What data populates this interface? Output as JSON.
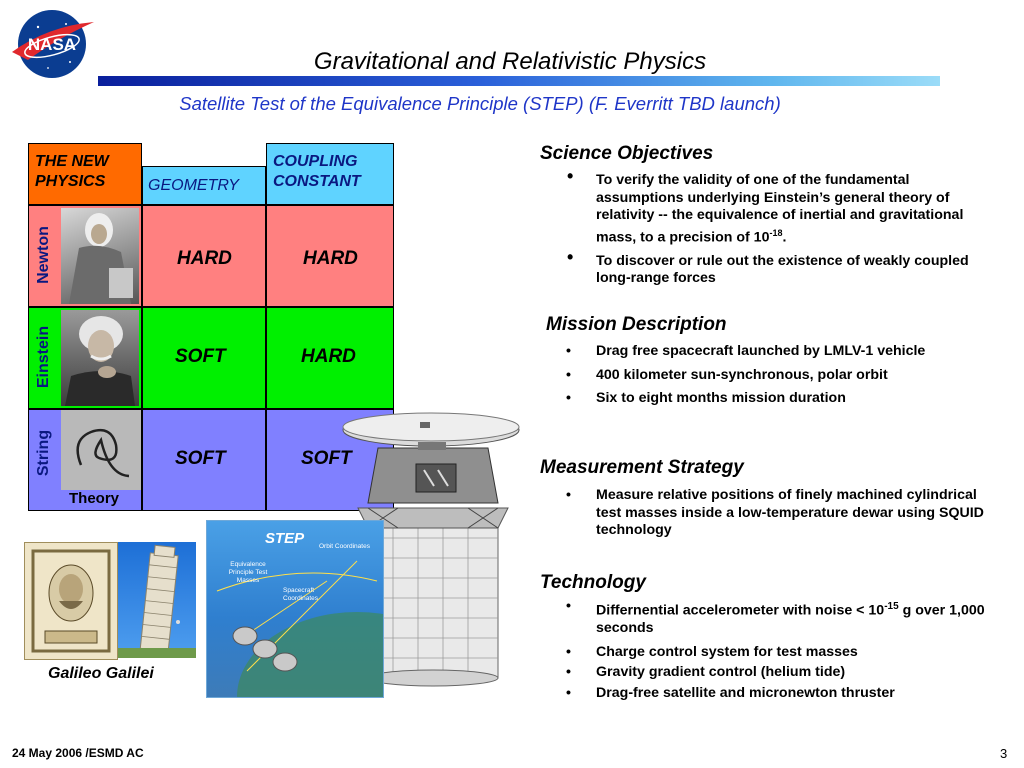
{
  "header": {
    "logo_text": "NASA",
    "title": "Gravitational and Relativistic Physics",
    "subtitle": "Satellite Test of the Equivalence Principle (STEP) (F. Everritt TBD launch)"
  },
  "grid": {
    "col_headers": {
      "new_physics_1": "THE NEW",
      "new_physics_2": "PHYSICS",
      "geometry": "GEOMETRY",
      "coupling_1": "COUPLING",
      "coupling_2": "CONSTANT"
    },
    "rows": [
      {
        "label": "Newton",
        "geometry": "HARD",
        "coupling": "HARD"
      },
      {
        "label": "Einstein",
        "geometry": "SOFT",
        "coupling": "HARD"
      },
      {
        "label": "String",
        "geometry": "SOFT",
        "coupling": "SOFT"
      }
    ],
    "theory_caption": "Theory"
  },
  "images": {
    "galileo_caption": "Galileo Galilei",
    "step_label": "STEP",
    "diagram_labels": {
      "orbit": "Orbit Coordinates",
      "equivalence": "Equivalence Principle Test Masses",
      "spacecraft": "Spacecraft Coordinates"
    }
  },
  "sections": {
    "science": {
      "title": "Science Objectives",
      "items": [
        {
          "bullet": "•",
          "text_pre": "To verify the validity of one of the fundamental assumptions underlying Einstein’s general theory of relativity -- the equivalence of inertial and gravitational mass, to a precision of 10",
          "sup": "-18",
          "text_post": "."
        },
        {
          "bullet": "•",
          "text_pre": "To discover or rule out the existence of weakly coupled long-range forces",
          "sup": "",
          "text_post": ""
        }
      ]
    },
    "mission": {
      "title": "Mission Description",
      "items": [
        "Drag free spacecraft launched by LMLV-1 vehicle",
        "400 kilometer sun-synchronous, polar orbit",
        "Six to eight months mission duration"
      ]
    },
    "measurement": {
      "title": "Measurement Strategy",
      "items": [
        "Measure relative positions of finely machined cylindrical test masses inside a low-temperature dewar using SQUID technology"
      ]
    },
    "technology": {
      "title": "Technology",
      "item1_pre": "Differnential accelerometer with noise < 10",
      "item1_sup": "-15",
      "item1_post": " g over 1,000 seconds",
      "items": [
        "Charge control system for test masses",
        "Gravity gradient control (helium tide)",
        "Drag-free satellite and micronewton thruster"
      ]
    },
    "bullet_dot": "•"
  },
  "footer": {
    "date": "24 May 2006 /ESMD AC",
    "page": "3"
  },
  "colors": {
    "new_physics_bg": "#ff6a00",
    "geometry_bg": "#5fd3ff",
    "hard_bg": "#ff8080",
    "soft_green": "#00f000",
    "soft_blue": "#8080ff",
    "title_blue": "#1f36c8"
  }
}
